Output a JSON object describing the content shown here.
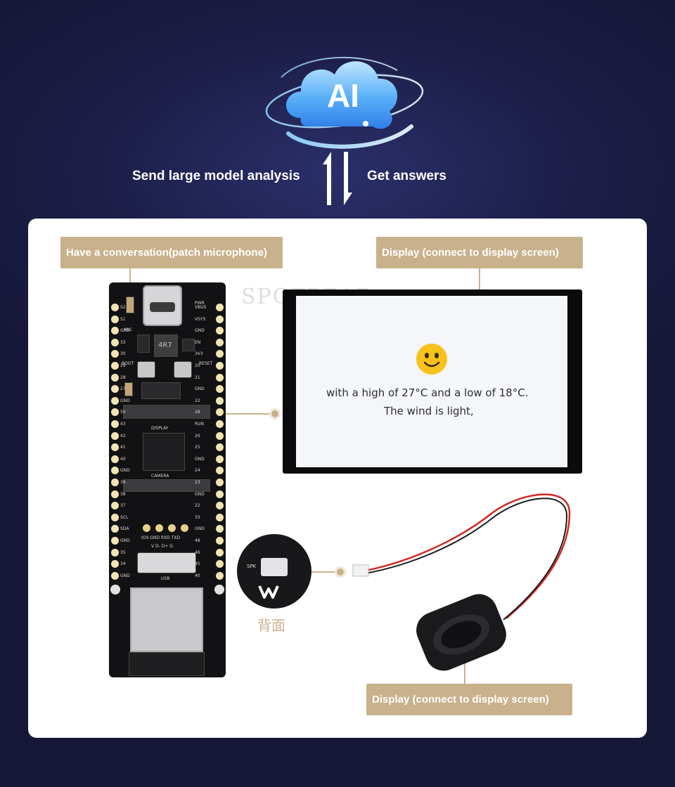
{
  "header": {
    "logo_text": "AI",
    "send_label": "Send large model analysis",
    "get_label": "Get answers"
  },
  "tags": {
    "mic": "Have a conversation(patch microphone)",
    "display": "Display (connect to display screen)",
    "speaker": "Display (connect to display screen)"
  },
  "display": {
    "line1": "with a high of 27°C and a low of 18°C.",
    "line2": "The wind is light,"
  },
  "watermark": "SPOTPEAR",
  "back_label": "背面",
  "board": {
    "left_pins": [
      "S2",
      "S1",
      "GND",
      "33",
      "30",
      "29",
      "28",
      "27",
      "GND",
      "50",
      "43",
      "42",
      "41",
      "40",
      "GND",
      "39",
      "38",
      "37",
      "SCL",
      "SDA",
      "GND",
      "35",
      "34",
      "GND"
    ],
    "right_pins": [
      "VBUS",
      "VSYS",
      "GND",
      "EN",
      "3V3",
      "20",
      "21",
      "GND",
      "22",
      "28",
      "RUN",
      "26",
      "25",
      "GND",
      "24",
      "23",
      "GND",
      "22",
      "33",
      "GND",
      "48",
      "46",
      "45",
      "40"
    ],
    "labels": {
      "mic": "MIC",
      "pwr": "PWR",
      "boot": "BOOT",
      "reset": "RESET",
      "display": "DISPLAY",
      "camera": "CAMERA",
      "usb": "USB",
      "inductor": "4R7",
      "uart": "IO9  GND  RXD  TXD",
      "usb_pins": "V  D-  D+  G",
      "spk": "SPK"
    }
  },
  "colors": {
    "accent": "#c9b18c",
    "background": "#1b1d45",
    "panel": "#ffffff"
  }
}
